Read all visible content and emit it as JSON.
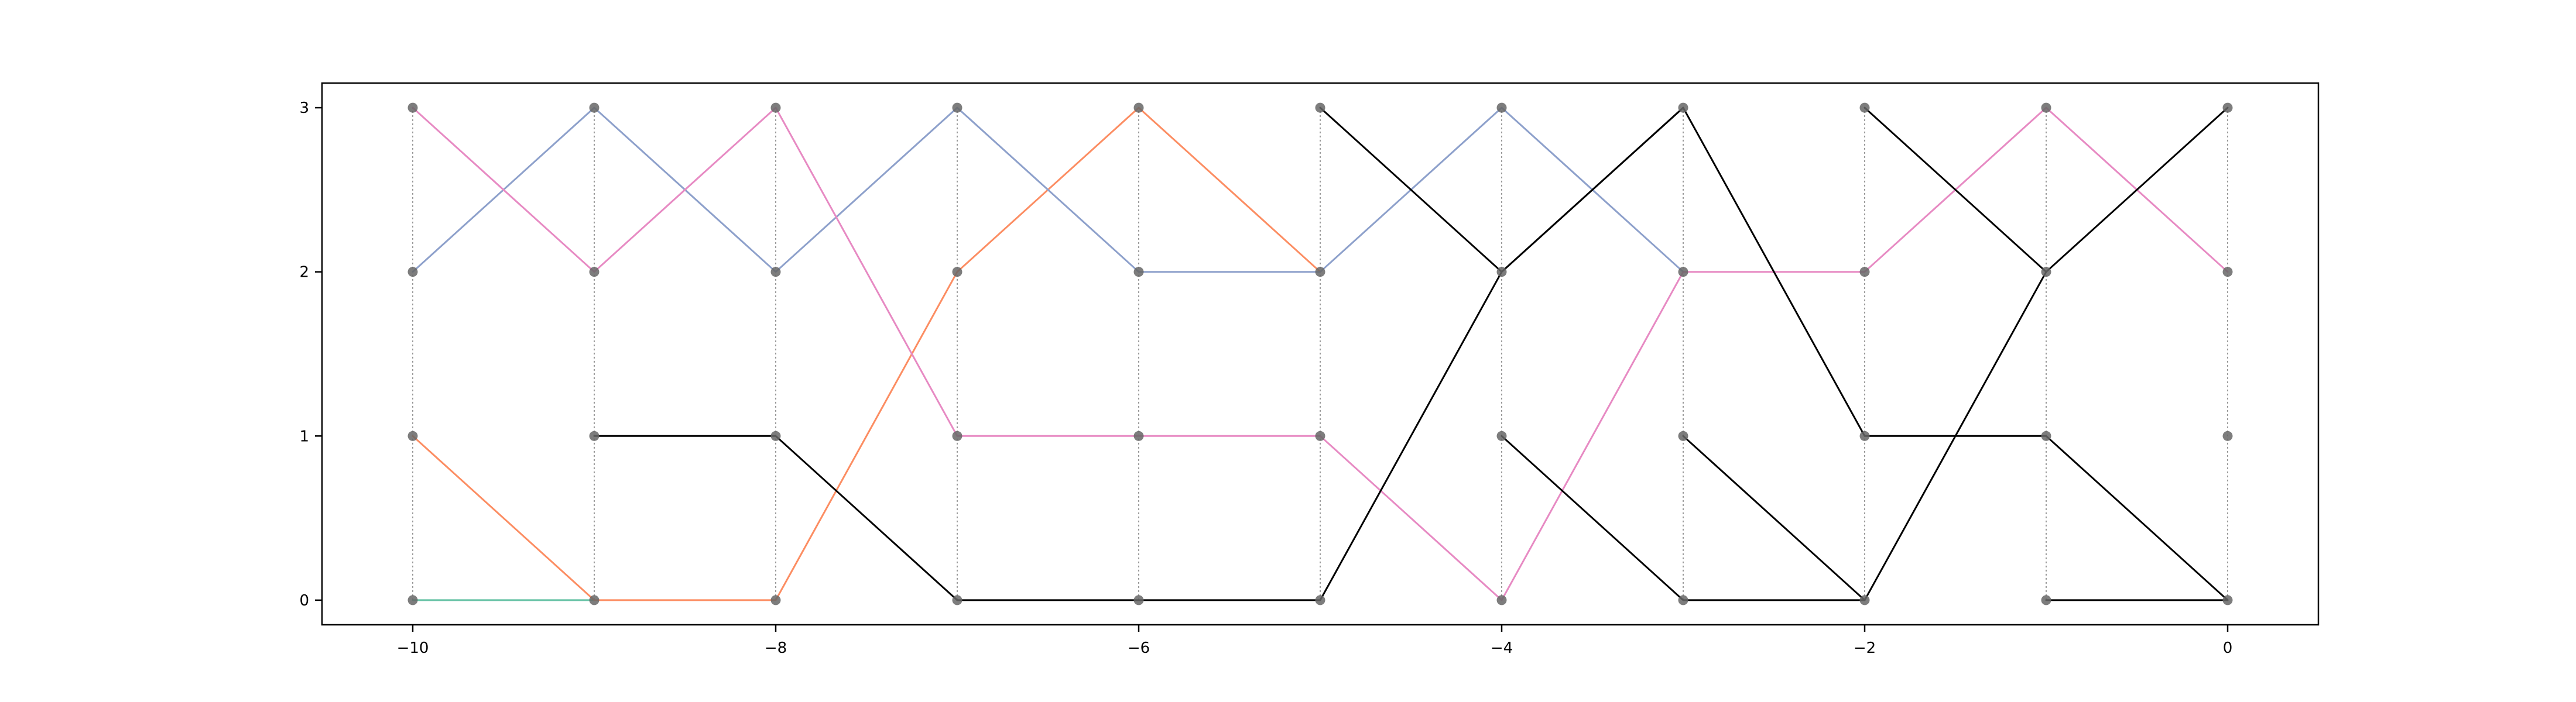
{
  "chart_data": {
    "type": "line",
    "title": "",
    "xlabel": "",
    "ylabel": "",
    "xlim": [
      -10.5,
      0.5
    ],
    "ylim": [
      -0.15,
      3.15
    ],
    "x_ticks": [
      -10,
      -8,
      -6,
      -4,
      -2,
      0
    ],
    "y_ticks": [
      0,
      1,
      2,
      3
    ],
    "x_tick_labels": [
      "−10",
      "−8",
      "−6",
      "−4",
      "−2",
      "0"
    ],
    "y_tick_labels": [
      "0",
      "1",
      "2",
      "3"
    ],
    "grid": false,
    "legend": "none",
    "guide_lines": {
      "x": [
        -10,
        -9,
        -8,
        -7,
        -6,
        -5,
        -4,
        -3,
        -2,
        -1,
        0
      ],
      "y_range": [
        0,
        3
      ],
      "color": "#999999",
      "style": "dotted"
    },
    "nodes": {
      "x": [
        -10,
        -9,
        -8,
        -7,
        -6,
        -5,
        -4,
        -3,
        -2,
        -1,
        0
      ],
      "y": [
        0,
        1,
        2,
        3
      ],
      "color": "#666666"
    },
    "series": [
      {
        "color": "#66c2a5",
        "x": [
          -10,
          -9
        ],
        "y": [
          0,
          0
        ]
      },
      {
        "color": "#fc8d62",
        "x": [
          -10,
          -9,
          -8,
          -7,
          -6,
          -5
        ],
        "y": [
          1,
          0,
          0,
          2,
          3,
          2
        ]
      },
      {
        "color": "#8da0cb",
        "x": [
          -10,
          -9,
          -8,
          -7,
          -6,
          -5,
          -4,
          -3
        ],
        "y": [
          2,
          3,
          2,
          3,
          2,
          2,
          3,
          2
        ]
      },
      {
        "color": "#e78ac3",
        "x": [
          -10,
          -9,
          -8,
          -7,
          -6,
          -5,
          -4,
          -3,
          -2,
          -1,
          0
        ],
        "y": [
          3,
          2,
          3,
          1,
          1,
          1,
          0,
          2,
          2,
          3,
          2
        ]
      },
      {
        "color": "#000000",
        "x": [
          -9,
          -8,
          -7,
          -6,
          -5,
          -4,
          -3,
          -2,
          -1,
          0
        ],
        "y": [
          1,
          1,
          0,
          0,
          0,
          2,
          3,
          1,
          1,
          0
        ]
      },
      {
        "color": "#000000",
        "x": [
          -5,
          -4,
          -3
        ],
        "y": [
          3,
          2,
          3
        ]
      },
      {
        "color": "#000000",
        "x": [
          -4,
          -3,
          -2
        ],
        "y": [
          1,
          0,
          0
        ]
      },
      {
        "color": "#000000",
        "x": [
          -3,
          -2,
          -1,
          0
        ],
        "y": [
          1,
          0,
          2,
          3
        ]
      },
      {
        "color": "#000000",
        "x": [
          -2,
          -1
        ],
        "y": [
          3,
          2
        ]
      },
      {
        "color": "#000000",
        "x": [
          -1,
          0
        ],
        "y": [
          0,
          0
        ]
      }
    ]
  }
}
